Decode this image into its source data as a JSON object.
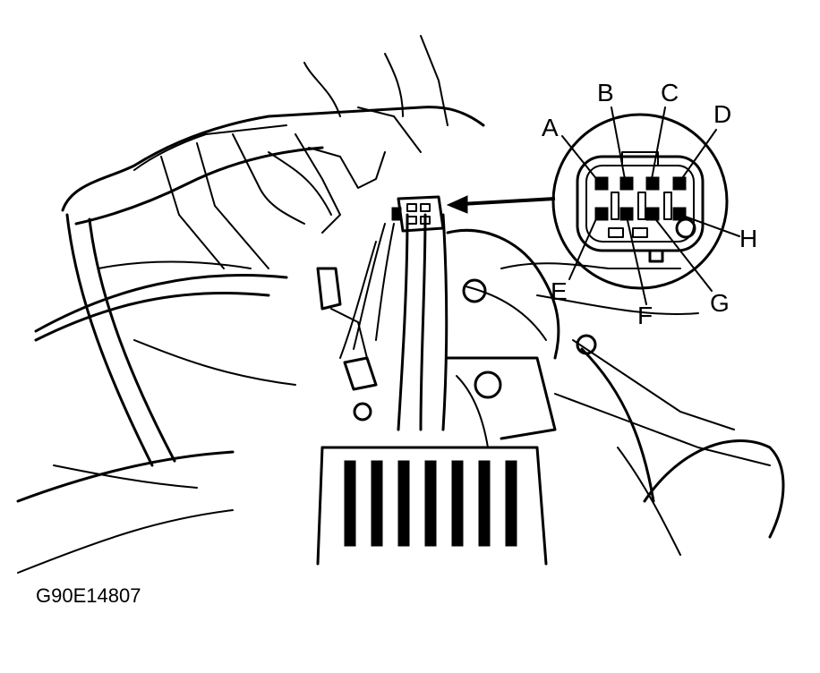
{
  "connector": {
    "pins": [
      {
        "id": "A",
        "label": "A"
      },
      {
        "id": "B",
        "label": "B"
      },
      {
        "id": "C",
        "label": "C"
      },
      {
        "id": "D",
        "label": "D"
      },
      {
        "id": "E",
        "label": "E"
      },
      {
        "id": "F",
        "label": "F"
      },
      {
        "id": "G",
        "label": "G"
      },
      {
        "id": "H",
        "label": "H"
      }
    ]
  },
  "figure_id": "G90E14807"
}
